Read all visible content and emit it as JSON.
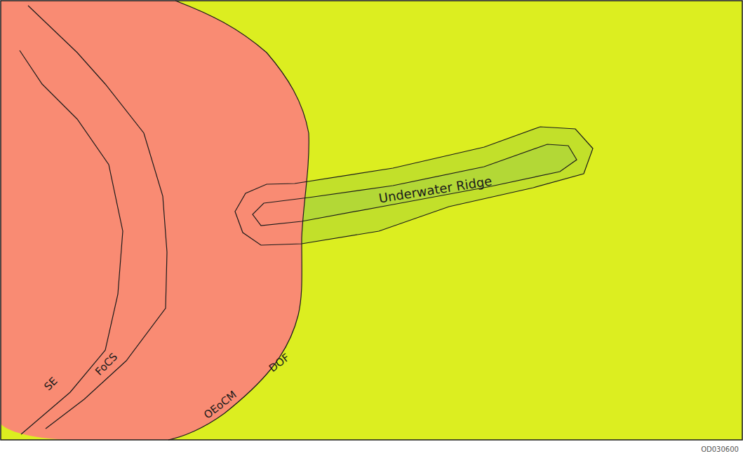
{
  "diagram": {
    "nodes": [
      {
        "text": [
          "Underwater Ridge"
        ]
      }
    ],
    "labels": [
      "SE",
      "FoCS",
      "OEoCM",
      "DOF",
      "OD030600"
    ]
  }
}
